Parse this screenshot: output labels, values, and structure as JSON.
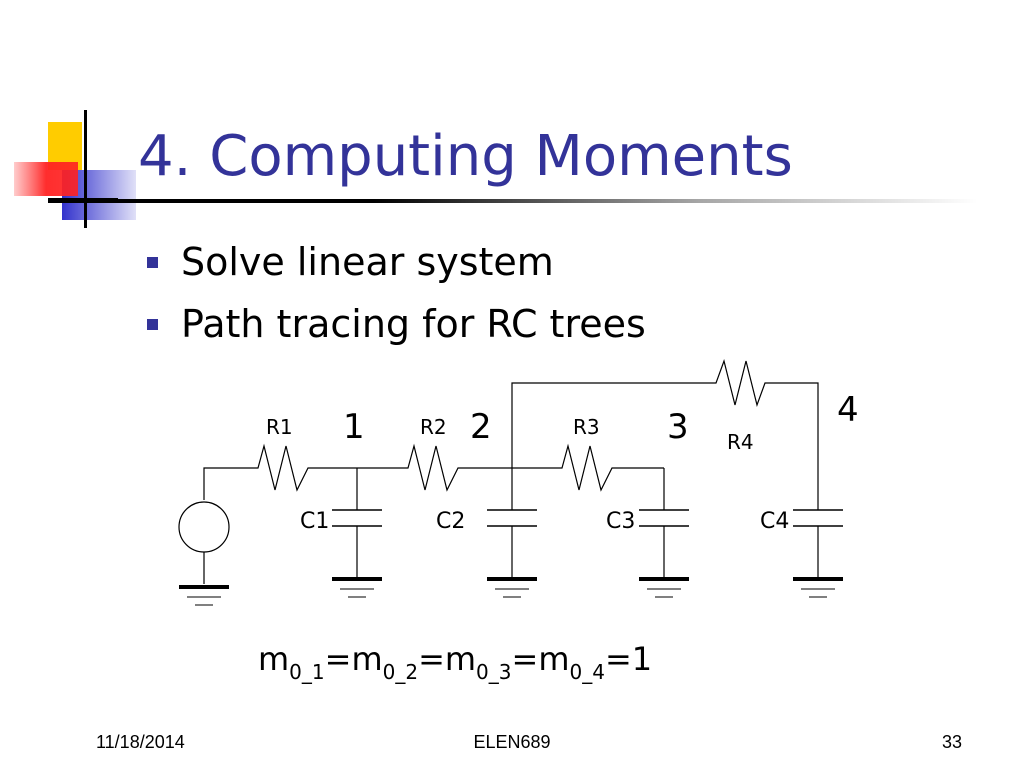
{
  "slide": {
    "title": "4. Computing Moments",
    "bullets": [
      {
        "text": "Solve linear system"
      },
      {
        "text": "Path tracing for RC trees"
      }
    ],
    "accent_color": "#333399"
  },
  "circuit": {
    "resistors": [
      "R1",
      "R2",
      "R3",
      "R4"
    ],
    "capacitors": [
      "C1",
      "C2",
      "C3",
      "C4"
    ],
    "nodes": [
      "1",
      "2",
      "3",
      "4"
    ]
  },
  "formula": {
    "m": "m",
    "subs": [
      "0_1",
      "0_2",
      "0_3",
      "0_4"
    ],
    "eq": "=",
    "rhs": "1"
  },
  "footer": {
    "date": "11/18/2014",
    "course": "ELEN689",
    "page": "33"
  }
}
